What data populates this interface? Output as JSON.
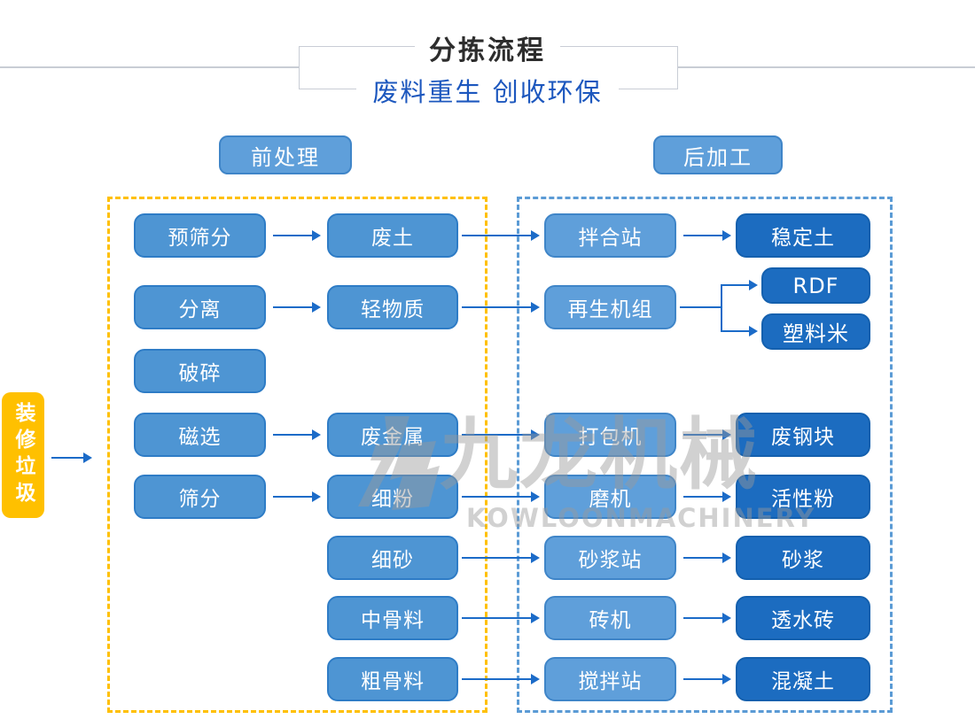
{
  "header": {
    "title": "分拣流程",
    "subtitle": "废料重生 创收环保"
  },
  "sections": {
    "pre": "前处理",
    "post": "后加工"
  },
  "input_label": "装修垃圾",
  "nodes": {
    "pre_screening": "预筛分",
    "waste_soil": "废土",
    "mixing_station": "拌合站",
    "stabilized_soil": "稳定土",
    "separation": "分离",
    "light_material": "轻物质",
    "recycling_unit": "再生机组",
    "rdf": "RDF",
    "plastic_pellets": "塑料米",
    "crushing": "破碎",
    "magnetic_separation": "磁选",
    "scrap_metal": "废金属",
    "baler": "打包机",
    "scrap_steel_block": "废钢块",
    "screening": "筛分",
    "fine_powder": "细粉",
    "mill": "磨机",
    "active_powder": "活性粉",
    "fine_sand": "细砂",
    "mortar_station": "砂浆站",
    "mortar": "砂浆",
    "medium_aggregate": "中骨料",
    "brick_machine": "砖机",
    "permeable_brick": "透水砖",
    "coarse_aggregate": "粗骨料",
    "batching_station": "搅拌站",
    "concrete": "混凝土"
  },
  "watermark": {
    "cn": "九龙机械",
    "en": "KOWLOONMACHINERY"
  },
  "colors": {
    "yellow": "#FFC000",
    "src": "#4E95D3",
    "mid": "#5F9FDA",
    "dark": "#1C6CC0",
    "arrow": "#1B6BC8",
    "dash-blue": "#5B9BD5",
    "subtitle": "#1C57BE",
    "wm": "#9A9A9A"
  }
}
